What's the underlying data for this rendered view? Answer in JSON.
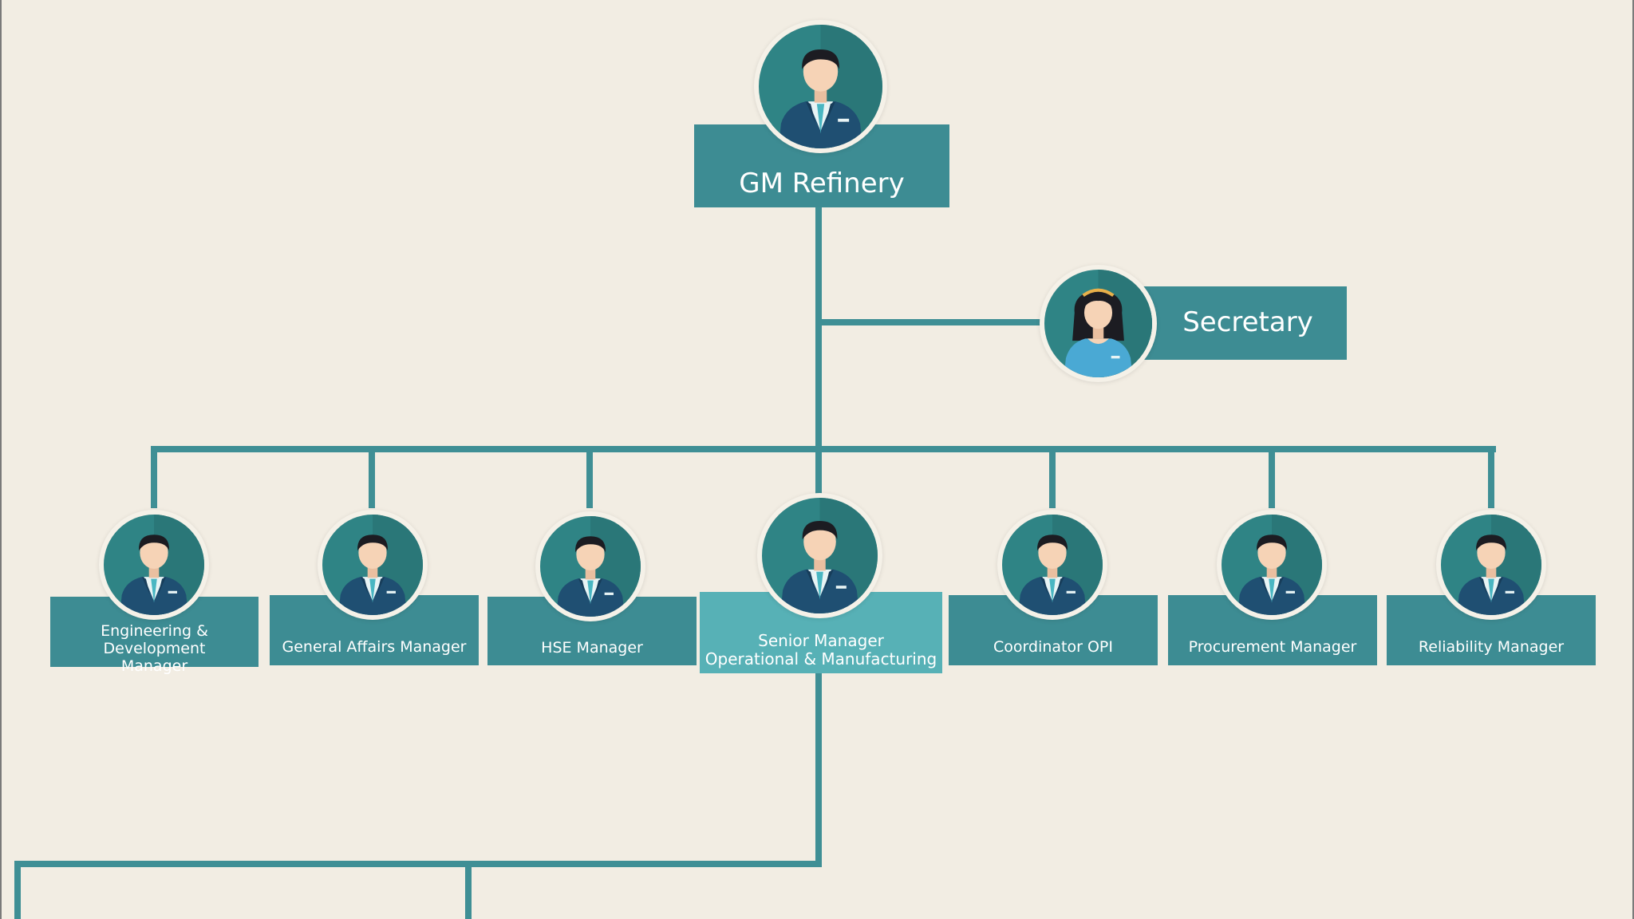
{
  "chart": {
    "root": {
      "label": "GM Refinery",
      "avatar_icon": "male-manager-avatar-icon"
    },
    "assistant": {
      "label": "Secretary",
      "avatar_icon": "female-secretary-avatar-icon"
    },
    "managers": [
      {
        "label": "Engineering & Development\nManager",
        "avatar_icon": "male-manager-avatar-icon"
      },
      {
        "label": "General Affairs Manager",
        "avatar_icon": "male-manager-avatar-icon"
      },
      {
        "label": "HSE Manager",
        "avatar_icon": "male-manager-avatar-icon"
      },
      {
        "label": "Senior Manager\nOperational & Manufacturing",
        "avatar_icon": "male-manager-avatar-icon",
        "highlighted": true
      },
      {
        "label": "Coordinator OPI",
        "avatar_icon": "male-manager-avatar-icon"
      },
      {
        "label": "Procurement Manager",
        "avatar_icon": "male-manager-avatar-icon"
      },
      {
        "label": "Reliability Manager",
        "avatar_icon": "male-manager-avatar-icon"
      }
    ]
  },
  "colors": {
    "background": "#f2ede3",
    "box": "#3d8c93",
    "box_highlight": "#57b1b6",
    "connector": "#3f8f95",
    "avatar_bg": "#2f8485",
    "suit": "#1f4f72"
  }
}
